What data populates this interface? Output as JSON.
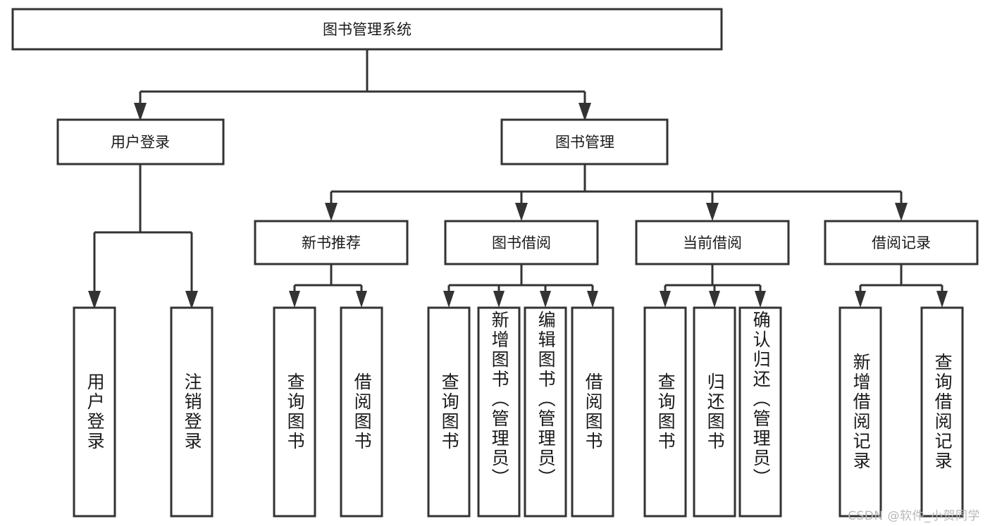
{
  "diagram": {
    "type": "tree",
    "title_node": "图书管理系统",
    "watermark": "CSDN @软件_小贺同学",
    "colors": {
      "box_stroke": "#333333",
      "box_fill": "#ffffff",
      "text": "#1a1a1a",
      "watermark": "#b8b8b8",
      "background": "#ffffff"
    },
    "levels": {
      "root": {
        "label": "图书管理系统"
      },
      "level1": [
        {
          "label": "用户登录"
        },
        {
          "label": "图书管理"
        }
      ],
      "level2": [
        {
          "label": "新书推荐"
        },
        {
          "label": "图书借阅"
        },
        {
          "label": "当前借阅"
        },
        {
          "label": "借阅记录"
        }
      ],
      "leaves": [
        {
          "label": "用户登录",
          "parent": "用户登录"
        },
        {
          "label": "注销登录",
          "parent": "用户登录"
        },
        {
          "label": "查询图书",
          "parent": "新书推荐"
        },
        {
          "label": "借阅图书",
          "parent": "新书推荐"
        },
        {
          "label": "查询图书",
          "parent": "图书借阅"
        },
        {
          "label": "新增图书（管理员）",
          "parent": "图书借阅"
        },
        {
          "label": "编辑图书（管理员）",
          "parent": "图书借阅"
        },
        {
          "label": "借阅图书",
          "parent": "图书借阅"
        },
        {
          "label": "查询图书",
          "parent": "当前借阅"
        },
        {
          "label": "归还图书",
          "parent": "当前借阅"
        },
        {
          "label": "确认归还（管理员）",
          "parent": "当前借阅"
        },
        {
          "label": "新增借阅记录",
          "parent": "借阅记录"
        },
        {
          "label": "查询借阅记录",
          "parent": "借阅记录"
        }
      ]
    }
  }
}
